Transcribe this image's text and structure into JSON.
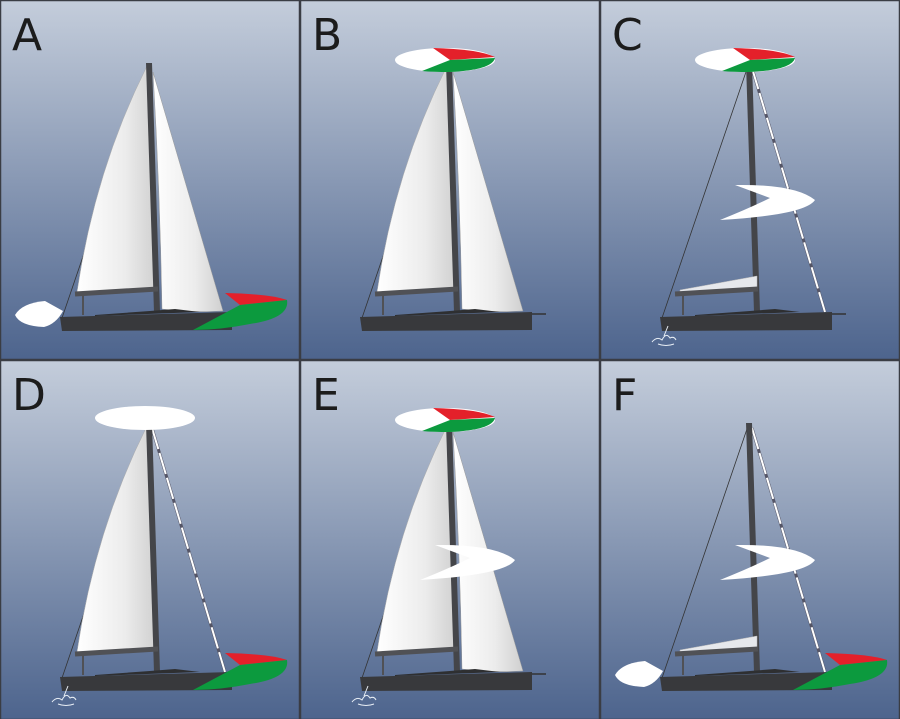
{
  "panels": [
    {
      "label": "A",
      "sails": [
        "main",
        "jib"
      ],
      "lights": [
        "sidelights",
        "sternlight"
      ],
      "masthead": "none"
    },
    {
      "label": "B",
      "sails": [
        "main",
        "jib"
      ],
      "lights": [],
      "masthead": "tricolor"
    },
    {
      "label": "C",
      "sails": [],
      "lights": [
        "steaming",
        "anchor-mark"
      ],
      "masthead": "tricolor"
    },
    {
      "label": "D",
      "sails": [
        "main"
      ],
      "lights": [
        "sidelights",
        "anchor-mark"
      ],
      "masthead": "allround-white"
    },
    {
      "label": "E",
      "sails": [
        "main",
        "jib"
      ],
      "lights": [
        "steaming",
        "anchor-mark"
      ],
      "masthead": "tricolor"
    },
    {
      "label": "F",
      "sails": [],
      "lights": [
        "steaming",
        "sidelights",
        "sternlight"
      ],
      "masthead": "none"
    }
  ],
  "colors": {
    "red": "#e4202a",
    "green": "#0c9a3e",
    "white": "#ffffff",
    "hull": "#38393c",
    "sky_top": "#c4cddb",
    "sky_bottom": "#4d648d"
  }
}
